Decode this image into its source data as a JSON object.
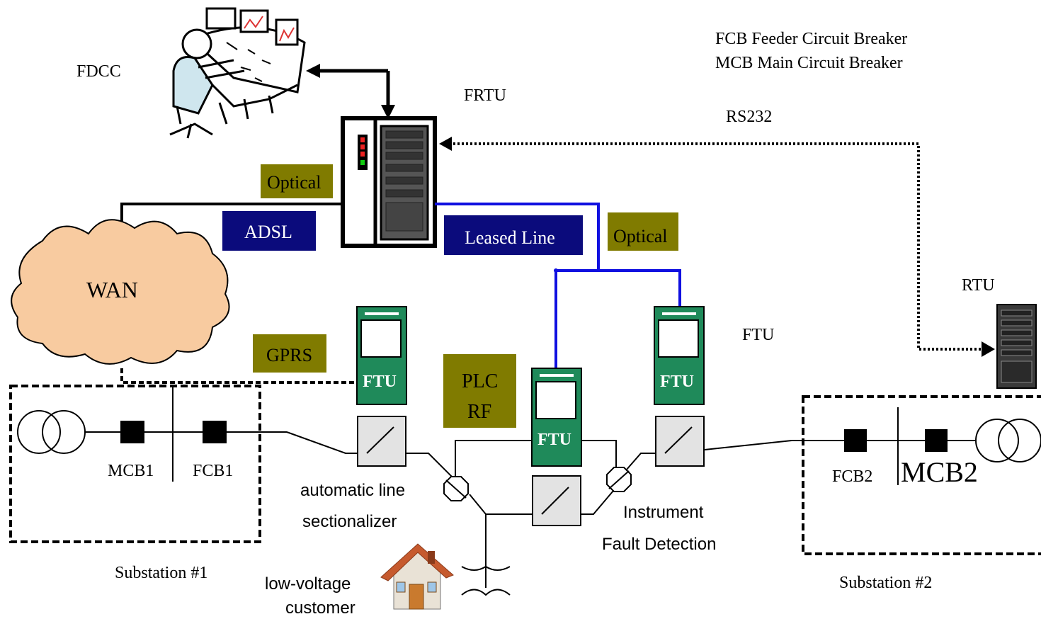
{
  "labels": {
    "fdcc": "FDCC",
    "frtu": "FRTU",
    "rs232": "RS232",
    "legend_fcb": "FCB Feeder Circuit Breaker",
    "legend_mcb": "MCB  Main Circuit Breaker",
    "rtu": "RTU",
    "ftu_label": "FTU",
    "wan": "WAN",
    "optical_left": "Optical",
    "adsl": "ADSL",
    "leased_line": "Leased Line",
    "optical_right": "Optical",
    "gprs": "GPRS",
    "plc": "PLC",
    "rf": "RF",
    "ftu_1": "FTU",
    "ftu_2": "FTU",
    "ftu_3": "FTU",
    "mcb1": "MCB1",
    "fcb1": "FCB1",
    "fcb2": "FCB2",
    "mcb2": "MCB2",
    "sectionalizer_1": "automatic line",
    "sectionalizer_2": "sectionalizer",
    "instrument_1": "Instrument",
    "instrument_2": "Fault Detection",
    "substation_1": "Substation #1",
    "substation_2": "Substation #2",
    "customer_1": "low-voltage",
    "customer_2": "customer"
  },
  "colors": {
    "olive_box": "#807B00",
    "navy_box": "#0B0B7C",
    "ftu_green": "#1F8A5A",
    "blue_line": "#1010E0",
    "cloud_fill": "#F8CBA0",
    "switch_fill": "#E3E3E3"
  }
}
